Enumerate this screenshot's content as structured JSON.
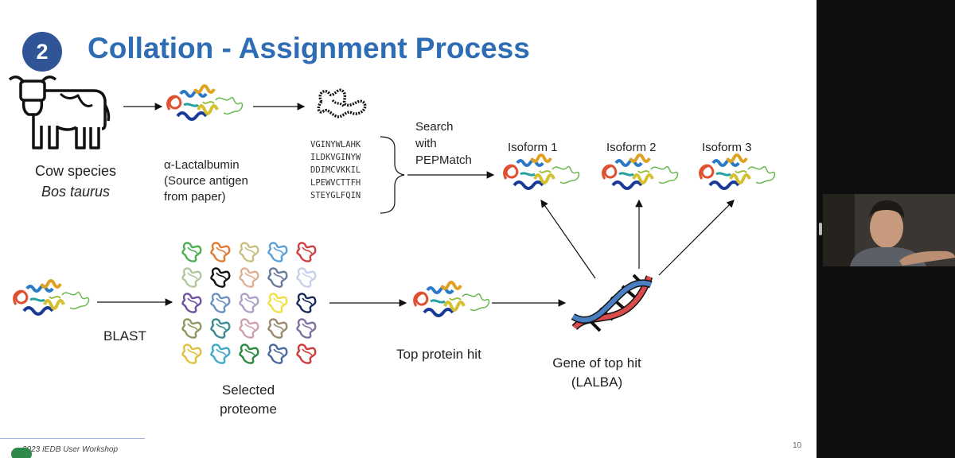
{
  "slide": {
    "step_number": "2",
    "title": "Collation - Assignment Process",
    "page_number": "10",
    "footer": "2023 IEDB User Workshop"
  },
  "top_row": {
    "species_label": "Cow species",
    "species_latin": "Bos taurus",
    "antigen_label": "α-Lactalbumin",
    "antigen_sub1": "(Source antigen",
    "antigen_sub2": "from paper)",
    "search_label": [
      "Search",
      "with",
      "PEPMatch"
    ],
    "peptides": [
      "VGINYWLAHK",
      "ILDKVGINYW",
      "DDIMCVKKIL",
      "LPEWVCTTFH",
      "STEYGLFQIN"
    ],
    "isoforms": [
      "Isoform 1",
      "Isoform 2",
      "Isoform 3"
    ]
  },
  "bottom_row": {
    "blast_label": "BLAST",
    "proteome_label1": "Selected",
    "proteome_label2": "proteome",
    "top_hit_label": "Top protein hit",
    "gene_label1": "Gene of top hit",
    "gene_label2": "(LALBA)"
  },
  "colors": {
    "title": "#2e6db4",
    "badge": "#2f5597",
    "dna_red": "#d94a4a",
    "dna_blue": "#4a7fc1"
  },
  "icons": [
    "cow-icon",
    "protein-structure-icon",
    "peptide-chain-icon",
    "dna-icon",
    "protein-grid-icon"
  ]
}
